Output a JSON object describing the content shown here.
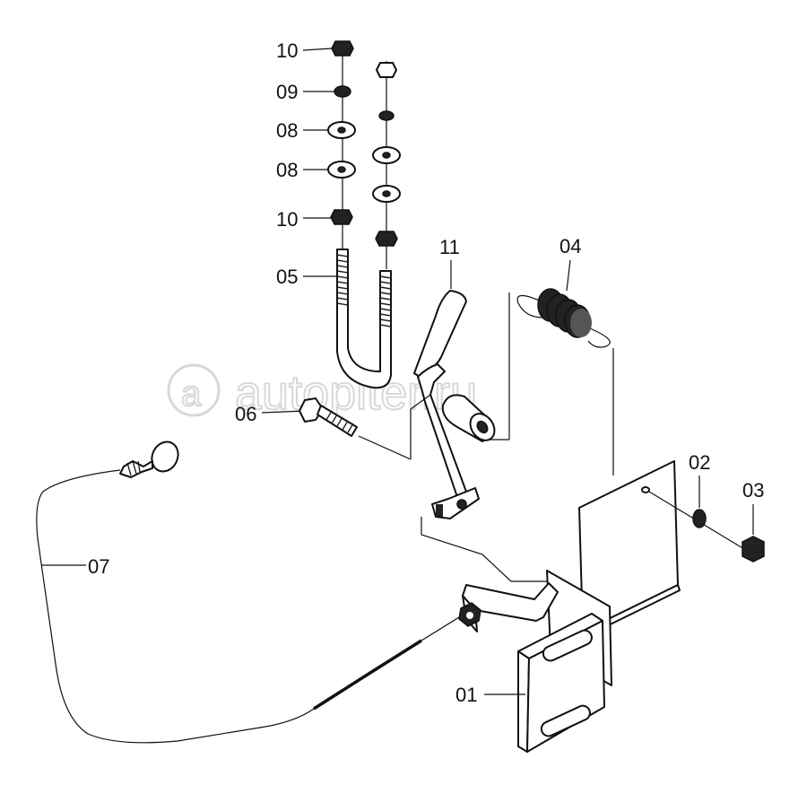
{
  "watermark": "autopiter.ru",
  "callouts": {
    "c10a": "10",
    "c09": "09",
    "c08a": "08",
    "c08b": "08",
    "c10b": "10",
    "c05": "05",
    "c11": "11",
    "c04": "04",
    "c06": "06",
    "c02": "02",
    "c03": "03",
    "c07": "07",
    "c01": "01"
  }
}
